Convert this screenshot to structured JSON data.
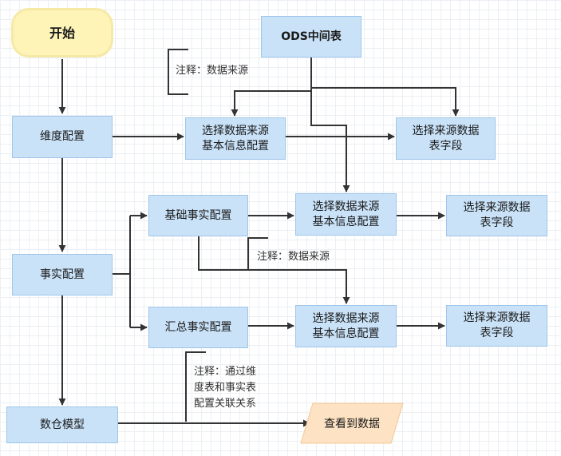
{
  "nodes": {
    "start": "开始",
    "ods": "ODS中间表",
    "dim_config": "维度配置",
    "fact_config": "事实配置",
    "model": "数仓模型",
    "base_fact": "基础事实配置",
    "sum_fact": "汇总事实配置",
    "src_info_1": "选择数据来源\n基本信息配置",
    "src_info_2": "选择数据来源\n基本信息配置",
    "src_info_3": "选择数据来源\n基本信息配置",
    "src_field_1": "选择来源数据\n表字段",
    "src_field_2": "选择来源数据\n表字段",
    "src_field_3": "选择来源数据\n表字段",
    "view_data": "查看到数据"
  },
  "notes": {
    "note_1": "注释：数据来源",
    "note_2": "注释：数据来源",
    "note_3": "注释：通过维\n度表和事实表\n配置关联关系"
  },
  "colors": {
    "process_fill": "#c9e2f8",
    "start_fill": "#fef4b8",
    "io_fill": "#fde3c3",
    "line": "#333333"
  }
}
